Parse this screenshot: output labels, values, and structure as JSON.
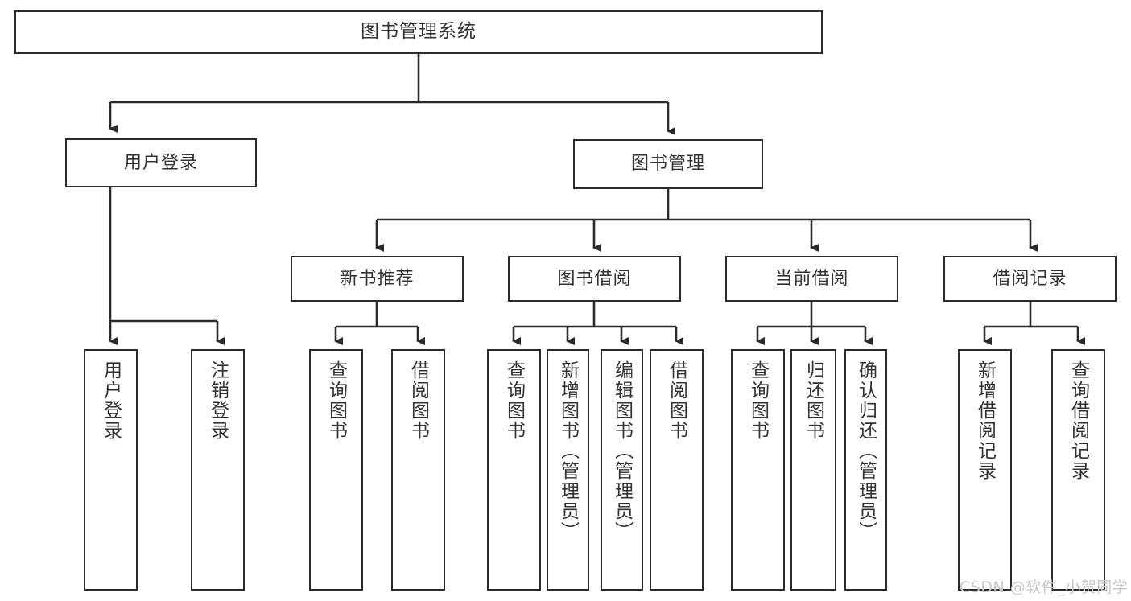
{
  "diagram": {
    "title": "图书管理系统",
    "type": "tree-hierarchy-chart",
    "orientation": "top-down",
    "colors": {
      "box_stroke": "#2b2b2b",
      "box_fill": "#ffffff",
      "edge_stroke": "#2b2b2b",
      "text": "#333333",
      "watermark": "#c9c9c9",
      "background": "#ffffff"
    }
  },
  "nodes": {
    "root": {
      "label": "图书管理系统"
    },
    "level2": [
      {
        "label": "用户登录"
      },
      {
        "label": "图书管理"
      }
    ],
    "level3": [
      {
        "label": "新书推荐"
      },
      {
        "label": "图书借阅"
      },
      {
        "label": "当前借阅"
      },
      {
        "label": "借阅记录"
      }
    ],
    "leaves": {
      "user_login": [
        {
          "label": "用户登录"
        },
        {
          "label": "注销登录"
        }
      ],
      "new_book_recommend": [
        {
          "label": "查询图书"
        },
        {
          "label": "借阅图书"
        }
      ],
      "book_borrow": [
        {
          "label": "查询图书"
        },
        {
          "label": "新增图书（管理员）"
        },
        {
          "label": "编辑图书（管理员）"
        },
        {
          "label": "借阅图书"
        }
      ],
      "current_borrow": [
        {
          "label": "查询图书"
        },
        {
          "label": "归还图书"
        },
        {
          "label": "确认归还（管理员）"
        }
      ],
      "borrow_records": [
        {
          "label": "新增借阅记录"
        },
        {
          "label": "查询借阅记录"
        }
      ]
    }
  },
  "watermark": {
    "text": "CSDN @软件_小贺同学"
  }
}
